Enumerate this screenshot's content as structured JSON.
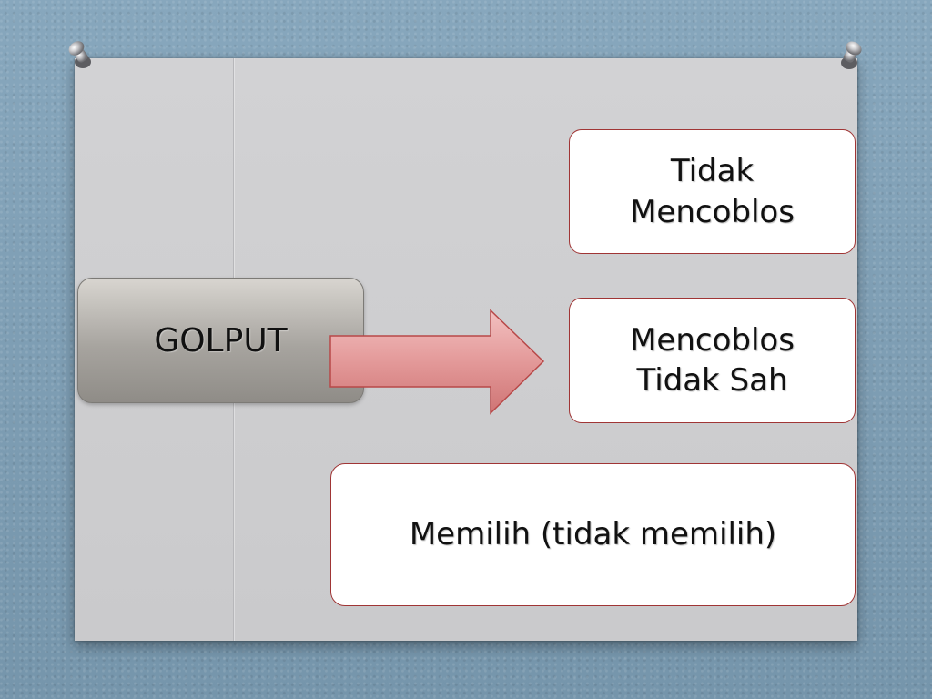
{
  "diagram": {
    "source": {
      "label": "GOLPUT"
    },
    "targets": [
      {
        "label": "Tidak\nMencoblos"
      },
      {
        "label": "Mencoblos\nTidak Sah"
      },
      {
        "label": "Memilih (tidak memilih)"
      }
    ]
  },
  "colors": {
    "background": "#7d9db3",
    "board": "#cccccf",
    "box_border": "#a03535",
    "arrow_fill": "#e39b9b",
    "arrow_stroke": "#b84848",
    "golput_fill": "#a7a49f"
  },
  "icons": {
    "pins": [
      "pushpin-icon",
      "pushpin-icon"
    ],
    "arrow": "right-arrow-icon"
  }
}
